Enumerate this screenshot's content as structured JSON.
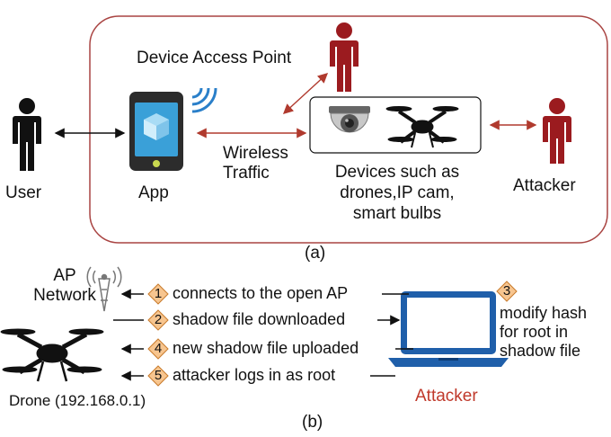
{
  "part_a": {
    "caption": "(a)",
    "access_point_label": "Device Access Point",
    "user_label": "User",
    "app_label": "App",
    "wireless_label_line1": "Wireless",
    "wireless_label_line2": "Traffic",
    "devices_label_line1": "Devices such as",
    "devices_label_line2": "drones,IP cam,",
    "devices_label_line3": "smart bulbs",
    "attacker_label": "Attacker"
  },
  "part_b": {
    "caption": "(b)",
    "ap_label_line1": "AP",
    "ap_label_line2": "Network",
    "drone_label": "Drone (192.168.0.1)",
    "attacker_label": "Attacker",
    "steps": [
      {
        "num": "1",
        "text": "connects to the open AP"
      },
      {
        "num": "2",
        "text": "shadow file downloaded"
      },
      {
        "num": "4",
        "text": "new shadow file uploaded"
      },
      {
        "num": "5",
        "text": "attacker logs in as root"
      }
    ],
    "step3": {
      "num": "3",
      "line1": "modify hash",
      "line2": "for root in",
      "line3": "shadow file"
    }
  },
  "colors": {
    "frame": "#a94442",
    "attacker_red": "#9b1b1f",
    "arrow_red": "#b03a2e",
    "diamond_fill": "#f7c58f",
    "diamond_stroke": "#c97a2a",
    "laptop_blue": "#1f5faa",
    "attacker_text": "#c0392b"
  }
}
